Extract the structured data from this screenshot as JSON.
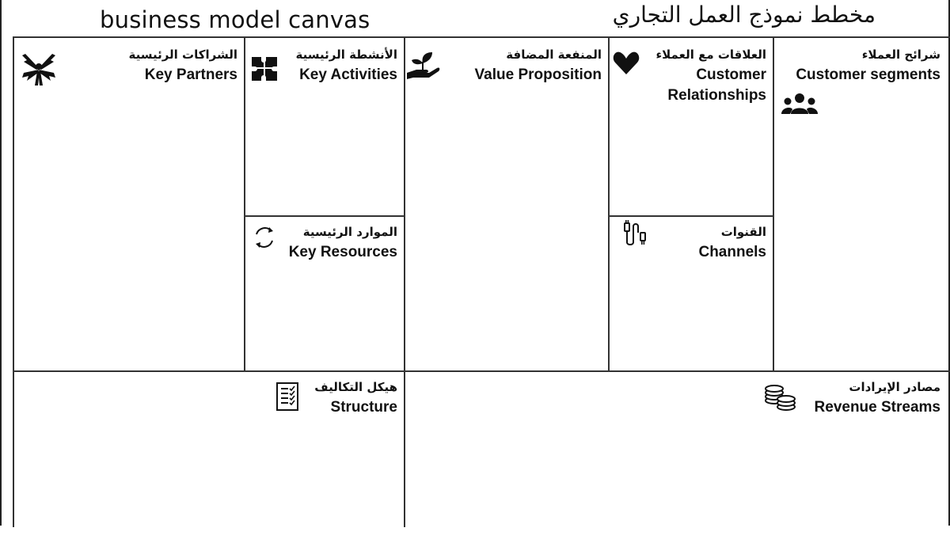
{
  "titles": {
    "english": "business model canvas",
    "arabic": "مخطط نموذج العمل التجاري"
  },
  "blocks": {
    "key_partners": {
      "arabic": "الشراكات الرئيسية",
      "english": "Key Partners",
      "icon": "handshake-circle-icon"
    },
    "key_activities": {
      "arabic": "الأنشطة الرئيسية",
      "english": "Key Activities",
      "icon": "puzzle-icon"
    },
    "value_proposition": {
      "arabic": "المنفعة المضافة",
      "english": "Value Proposition",
      "icon": "plant-in-hand-icon"
    },
    "customer_relationships": {
      "arabic": "العلاقات مع العملاء",
      "english_line1": "Customer",
      "english_line2": "Relationships",
      "icon": "heart-icon"
    },
    "customer_segments": {
      "arabic": "شرائح العملاء",
      "english": "Customer segments",
      "icon": "people-group-icon"
    },
    "key_resources": {
      "arabic": "الموارد الرئيسية",
      "english": "Key Resources",
      "icon": "refresh-icon"
    },
    "channels": {
      "arabic": "القنوات",
      "english": "Channels",
      "icon": "cable-icon"
    },
    "cost_structure": {
      "arabic": "هيكل التكاليف",
      "english": "Structure",
      "icon": "checklist-icon"
    },
    "revenue_streams": {
      "arabic": "مصادر الإيرادات",
      "english": "Revenue Streams",
      "icon": "coins-stack-icon"
    }
  }
}
